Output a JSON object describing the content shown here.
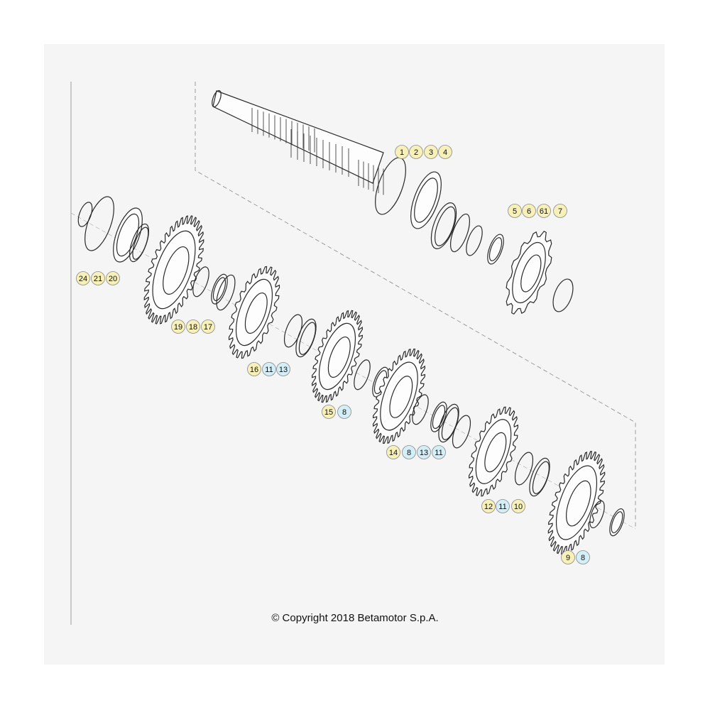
{
  "colors": {
    "part_callout": "#f7f0b8",
    "common_callout": "#d3eef6",
    "callout_border": "#8a8a8a",
    "line": "#2a2a2a"
  },
  "callouts": [
    {
      "label": "1",
      "kind": "part"
    },
    {
      "label": "2",
      "kind": "part"
    },
    {
      "label": "3",
      "kind": "part"
    },
    {
      "label": "4",
      "kind": "part"
    },
    {
      "label": "5",
      "kind": "part"
    },
    {
      "label": "6",
      "kind": "part"
    },
    {
      "label": "61",
      "kind": "part"
    },
    {
      "label": "7",
      "kind": "part"
    },
    {
      "label": "24",
      "kind": "part"
    },
    {
      "label": "21",
      "kind": "part"
    },
    {
      "label": "20",
      "kind": "part"
    },
    {
      "label": "19",
      "kind": "part"
    },
    {
      "label": "18",
      "kind": "part"
    },
    {
      "label": "17",
      "kind": "part"
    },
    {
      "label": "16",
      "kind": "part"
    },
    {
      "label": "11",
      "kind": "common"
    },
    {
      "label": "13",
      "kind": "common"
    },
    {
      "label": "15",
      "kind": "part"
    },
    {
      "label": "8",
      "kind": "common"
    },
    {
      "label": "14",
      "kind": "part"
    },
    {
      "label": "8",
      "kind": "common"
    },
    {
      "label": "13",
      "kind": "common"
    },
    {
      "label": "11",
      "kind": "common"
    },
    {
      "label": "12",
      "kind": "part"
    },
    {
      "label": "11",
      "kind": "common"
    },
    {
      "label": "10",
      "kind": "part"
    },
    {
      "label": "9",
      "kind": "part"
    },
    {
      "label": "8",
      "kind": "common"
    }
  ],
  "copyright": "© Copyright 2018 Betamotor S.p.A."
}
